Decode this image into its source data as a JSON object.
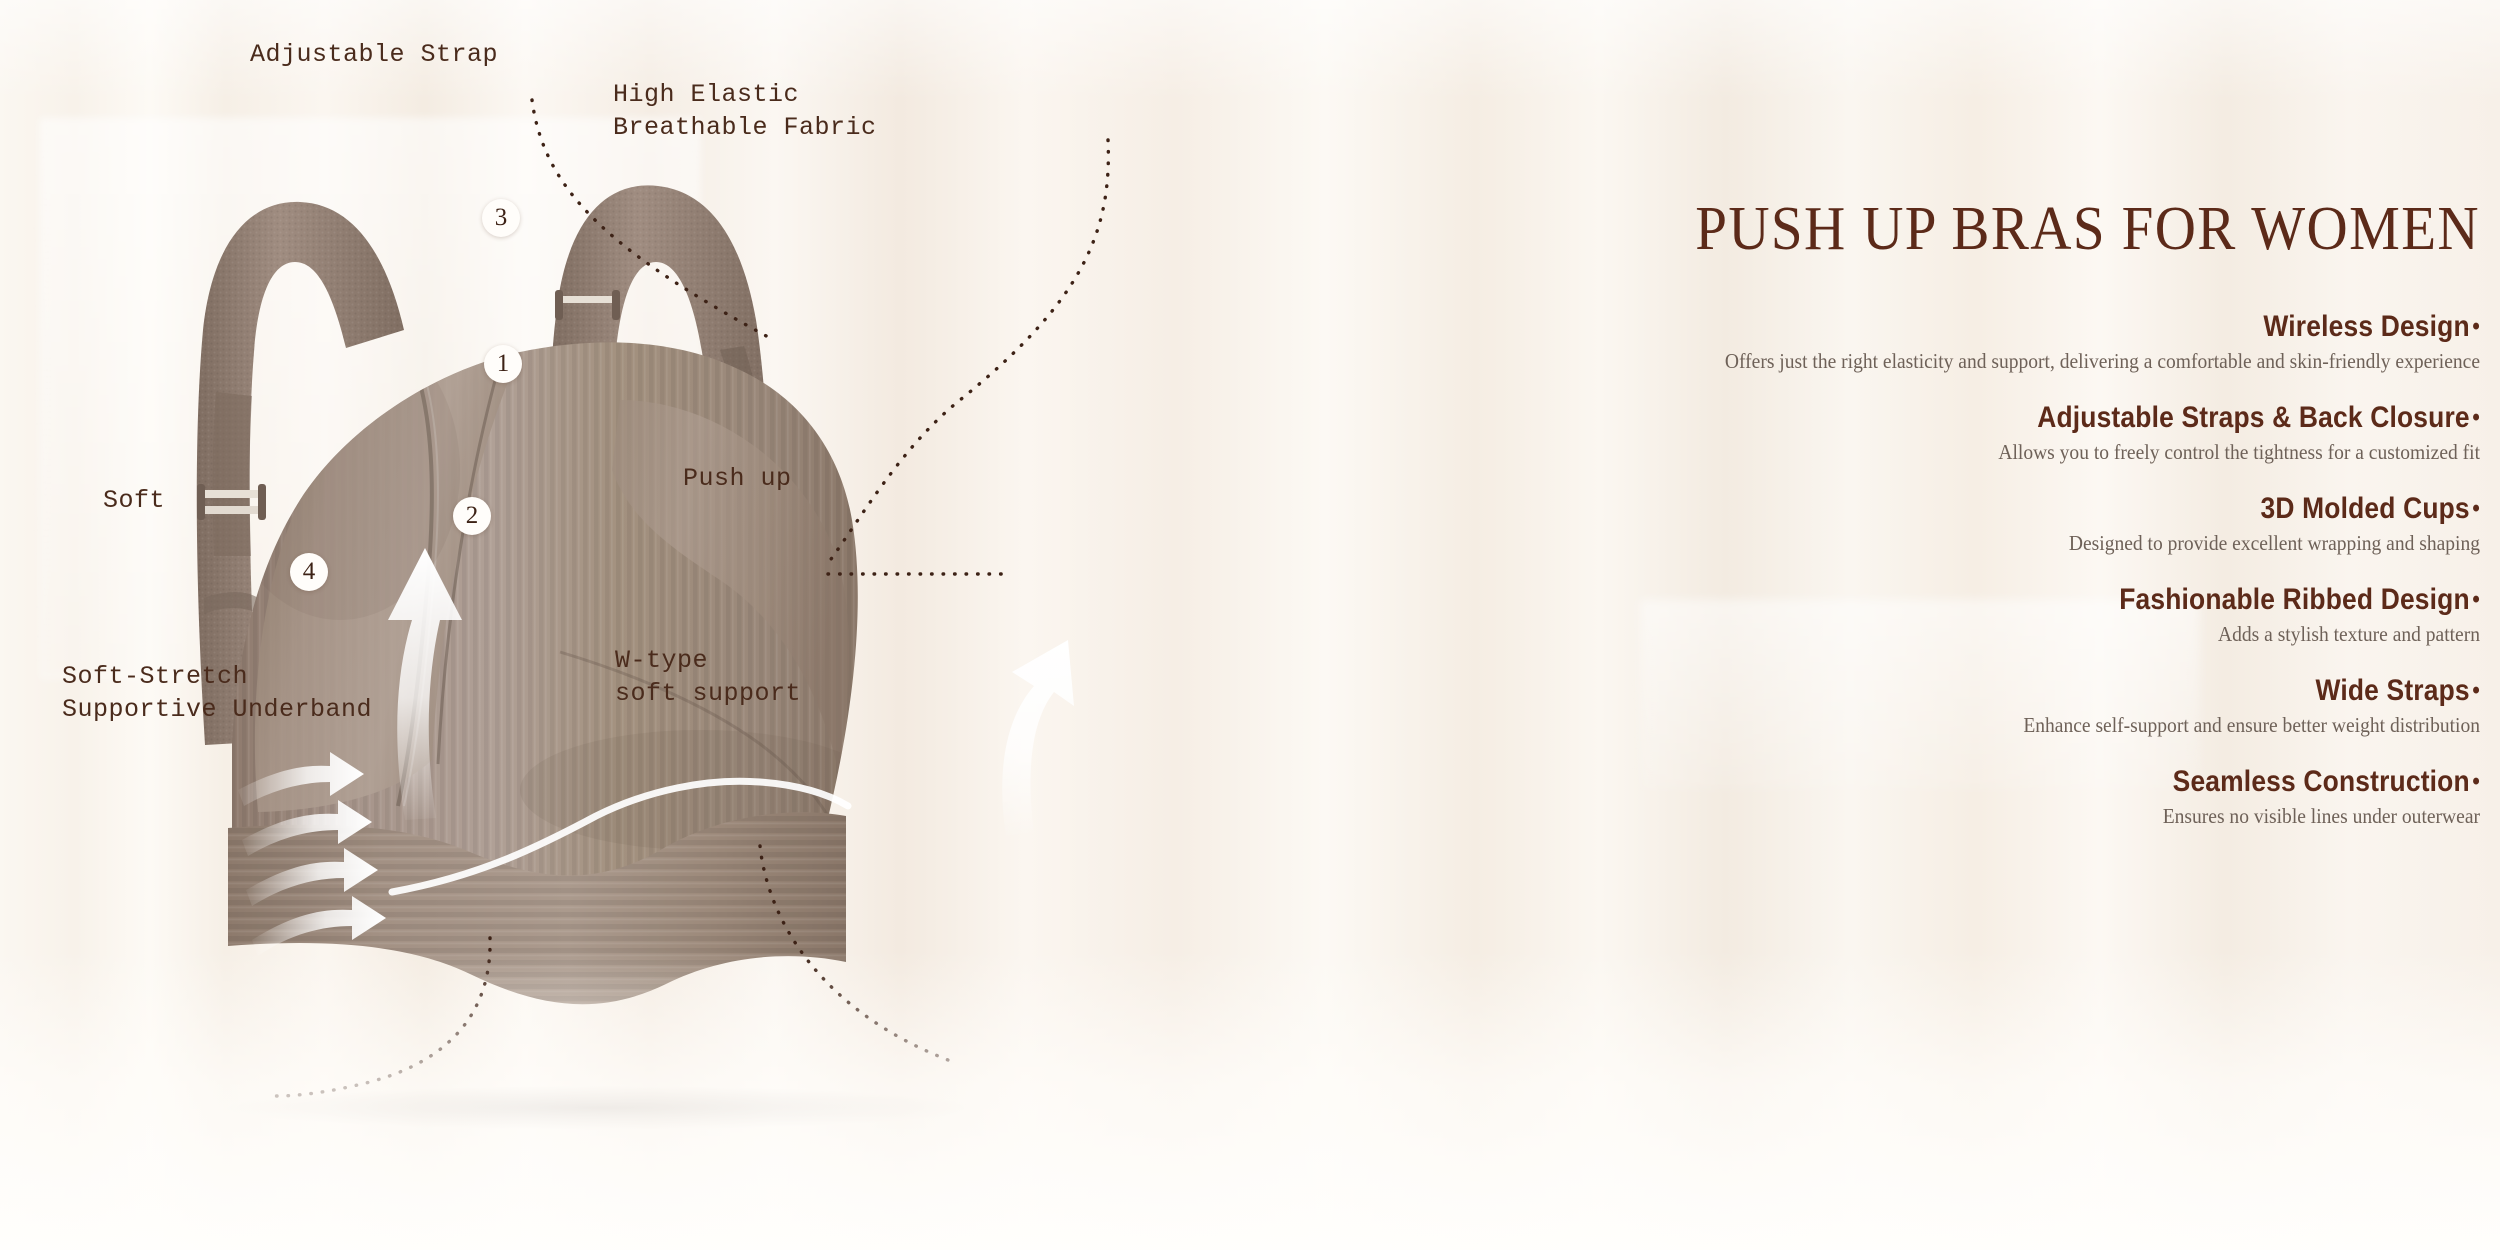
{
  "page": {
    "background_color": "#faf5ef",
    "accent_color": "#5c2a19",
    "fabric_color": "#a59285"
  },
  "headline": "PUSH UP BRAS FOR WOMEN",
  "features": [
    {
      "title": "Wireless Design",
      "bullet": "•",
      "desc": "Offers just the right elasticity and support, delivering a comfortable and skin-friendly experience"
    },
    {
      "title": "Adjustable Straps & Back Closure",
      "bullet": "•",
      "desc": "Allows you to freely control the tightness for a customized fit"
    },
    {
      "title": "3D Molded Cups",
      "bullet": "•",
      "desc": "Designed to provide excellent wrapping and shaping"
    },
    {
      "title": "Fashionable Ribbed Design",
      "bullet": "•",
      "desc": "Adds a stylish texture and pattern"
    },
    {
      "title": "Wide Straps",
      "bullet": "•",
      "desc": "Enhance self-support and ensure better weight distribution"
    },
    {
      "title": "Seamless Construction",
      "bullet": "•",
      "desc": "Ensures no visible lines under outerwear"
    }
  ],
  "callouts": {
    "adjustable_strap": "Adjustable Strap",
    "high_elastic": "High Elastic\nBreathable Fabric",
    "w_type": "W-type\nsoft support",
    "soft_stretch": "Soft-Stretch\nSupportive Underband",
    "push_up": "Push up",
    "soft": "Soft"
  },
  "badges": [
    {
      "number": "1"
    },
    {
      "number": "2"
    },
    {
      "number": "3"
    },
    {
      "number": "4"
    }
  ]
}
